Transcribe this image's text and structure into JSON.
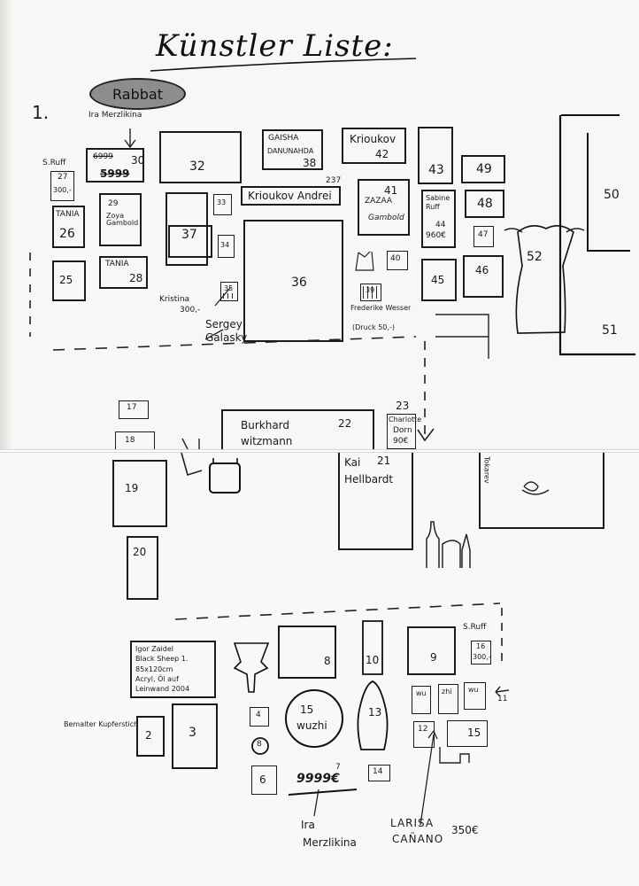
{
  "title": "Künstler Liste:",
  "rabbat": "Rabbat",
  "section_marker": "1.",
  "notes": {
    "ira_top": "Ira Merzlikina",
    "s_ruff_top": "S.Ruff",
    "s_ruff_top_num": "27",
    "s_ruff_top_price": "300,-",
    "price_old_30": "6999",
    "num_30": "30",
    "price_new_30": "5999",
    "tania_26": "TANIA",
    "tania_28": "TANIA",
    "zoya": "Zoya Gambold",
    "num_29": "29",
    "gaisha": "GAISHA",
    "danunahda": "DANUNAHDA",
    "num_38": "38",
    "krioukov_42": "Krioukov",
    "num_42": "42",
    "krioukov_andrei": "Krioukov Andrei",
    "num_237": "237",
    "zazaa": "ZAZAA",
    "num_41": "41",
    "gambold": "Gambold",
    "sabine_ruff": "Sabine Ruff",
    "num_44": "44",
    "price_44": "960€",
    "kristina": "Kristina",
    "price_kristina": "300,-",
    "num_35": "35",
    "sergey": "Sergey",
    "galasky": "Galasky",
    "num_39": "39",
    "frederike": "Frederike Wesser",
    "druck": "(Druck 50,-)",
    "burkhard": "Burkhard",
    "witzmann": "witzmann",
    "num_22": "22",
    "num_23": "23",
    "charlotte": "Charlotte",
    "dorn": "Dorn",
    "price_23": "90€",
    "kai": "Kai",
    "num_21": "21",
    "hellbardt": "Hellbardt",
    "tokarev": "Tokarev",
    "num_52": "52",
    "igor_line1": "Igor Zaidel",
    "igor_line2": "Black Sheep 1.",
    "igor_line3": "85x120cm",
    "igor_line4": "Acryl, Öl auf",
    "igor_line5": "Leinwand 2004",
    "bemalter": "Bemalter Kupferstich",
    "s_ruff_bottom": "S.Ruff",
    "num_16": "16",
    "price_16": "300,-",
    "num_15_5": "15",
    "wuzhi": "wuzhi",
    "wu_a": "wu",
    "zhi_b": "zhi",
    "wu_c": "wu",
    "num_11": "11",
    "price_9999": "9999€",
    "num_7": "7",
    "ira_bottom1": "Ira",
    "ira_bottom2": "Merzlikina",
    "larisa1": "LARISA",
    "larisa2": "CAÑANO",
    "price_larisa": "350€"
  },
  "booths": {
    "b2": "2",
    "b3": "3",
    "b4": "4",
    "b6": "6",
    "b8": "8",
    "b9": "9",
    "b10": "10",
    "b12": "12",
    "b13": "13",
    "b14": "14",
    "b15": "15",
    "b17": "17",
    "b18": "18",
    "b19": "19",
    "b20": "20",
    "b25": "25",
    "b26": "26",
    "b28": "28",
    "b32": "32",
    "b33": "33",
    "b34": "34",
    "b36": "36",
    "b37": "37",
    "b40": "40",
    "b43": "43",
    "b45": "45",
    "b46": "46",
    "b47": "47",
    "b48": "48",
    "b49": "49",
    "b50": "50",
    "b51": "51",
    "b8circle": "8"
  }
}
